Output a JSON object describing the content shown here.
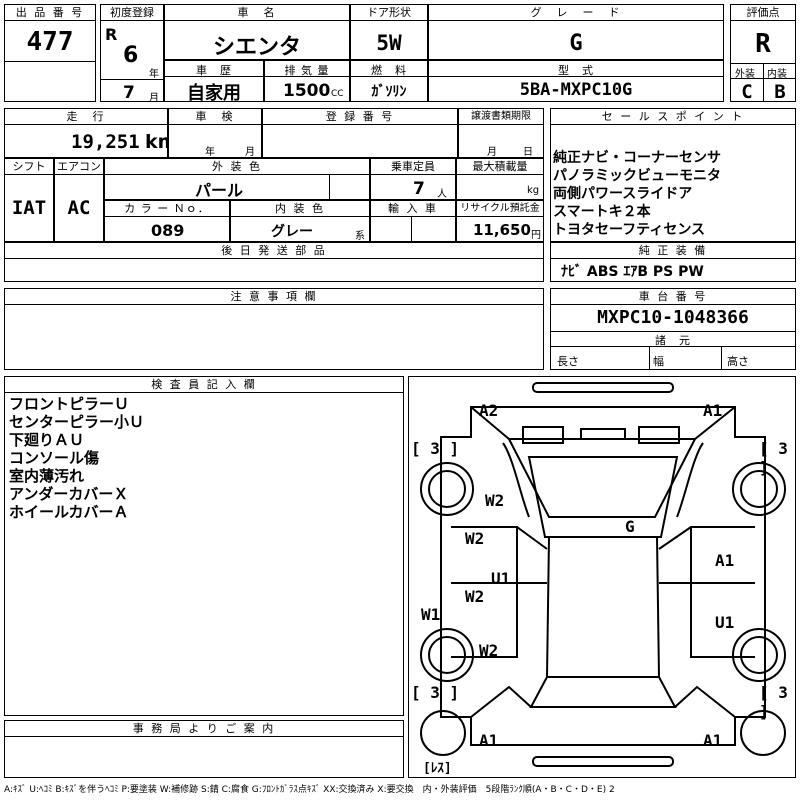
{
  "header": {
    "lot_label": "出 品 番 号",
    "lot": "477",
    "first_reg_label": "初度登録",
    "era": "R",
    "year": "6",
    "year_unit": "年",
    "month": "7",
    "month_unit": "月",
    "name_label": "車　名",
    "name": "シエンタ",
    "door_label": "ドア形状",
    "door": "5W",
    "grade_label": "グ　レ　ー　ド",
    "grade": "G",
    "score_label": "評価点",
    "score": "R",
    "history_label": "車　歴",
    "history": "自家用",
    "disp_label": "排 気 量",
    "disp": "1500",
    "disp_unit": "CC",
    "fuel_label": "燃　料",
    "fuel": "ｶﾞｿﾘﾝ",
    "model_label": "型　式",
    "model": "5BA-MXPC10G",
    "ext_label": "外装",
    "ext": "C",
    "int_label": "内装",
    "int": "B"
  },
  "row2": {
    "mileage_label": "走　行",
    "mileage": "19,251",
    "mileage_unit": "km",
    "inspection_label": "車　検",
    "insp_year_unit": "年",
    "insp_month_unit": "月",
    "reg_label": "登 録 番 号",
    "transfer_label": "譲渡書類期限",
    "transfer_month": "月",
    "transfer_day": "日",
    "shift_label": "シフト",
    "shift": "IAT",
    "ac_label": "エアコン",
    "ac": "AC",
    "color_label": "外 装 色",
    "color": "パール",
    "capacity_label": "乗車定員",
    "capacity": "7",
    "capacity_unit": "人",
    "load_label": "最大積載量",
    "load_unit": "kg",
    "color_no_label": "カ ラ ー Ｎｏ．",
    "color_no": "089",
    "int_color_label": "内 装 色",
    "int_color": "グレー",
    "int_color_unit": "系",
    "import_label": "輸 入 車",
    "recycle_label": "リサイクル預託金",
    "recycle": "11,650",
    "recycle_unit": "円",
    "later_label": "後 日 発 送 部 品"
  },
  "sales": {
    "label": "セ ー ル ス ポ イ ン ト",
    "points": [
      "純正ナビ・コーナーセンサ",
      "パノラミックビューモニタ",
      "両側パワースライドア",
      "スマートキ２本",
      "トヨタセーフティセンス"
    ],
    "equip_label": "純 正 装 備",
    "equip": "ﾅﾋﾞ ABS ｴｱB PS PW"
  },
  "caution": {
    "label": "注 意 事 項 欄"
  },
  "chassis": {
    "label": "車 台 番 号",
    "number": "MXPC10-1048366",
    "spec_label": "諸　元",
    "length": "長さ",
    "width": "幅",
    "height": "高さ"
  },
  "inspector": {
    "label": "検 査 員 記 入 欄",
    "lines": [
      "フロントピラーＵ",
      "センターピラー小Ｕ",
      "下廻りＡＵ",
      "コンソール傷",
      "室内薄汚れ",
      "アンダーカバーＸ",
      "ホイールカバーＡ"
    ]
  },
  "diagram": {
    "marks": {
      "a2_fl": "A2",
      "a1_fr": "A1",
      "w2_hood": "W2",
      "g_glass": "G",
      "w2_door1": "W2",
      "u1_pillar": "U1",
      "a1_rdoor": "A1",
      "w2_door2": "W2",
      "w1_side": "W1",
      "u1_rdoor2": "U1",
      "w2_rear": "W2",
      "a1_rl": "A1",
      "a1_rr": "A1"
    },
    "tire_fl": "[ 3 ]",
    "tire_fr": "[ 3 ]",
    "tire_rl": "[ 3 ]",
    "tire_rr": "[ 3 ]",
    "spare": "[ﾚｽ]"
  },
  "office": {
    "label": "事 務 局 よ り ご 案 内"
  },
  "legend": "A:ｷｽﾞ U:ﾍｺﾐ B:ｷｽﾞを伴うﾍｺﾐ P:要塗装 W:補修跡 S:錆 C:腐食 G:ﾌﾛﾝﾄｶﾞﾗｽ点ｷｽﾞ XX:交換済み X:要交換　内・外装評価　5段階ﾗﾝｸ順(A・B・C・D・E) 2"
}
